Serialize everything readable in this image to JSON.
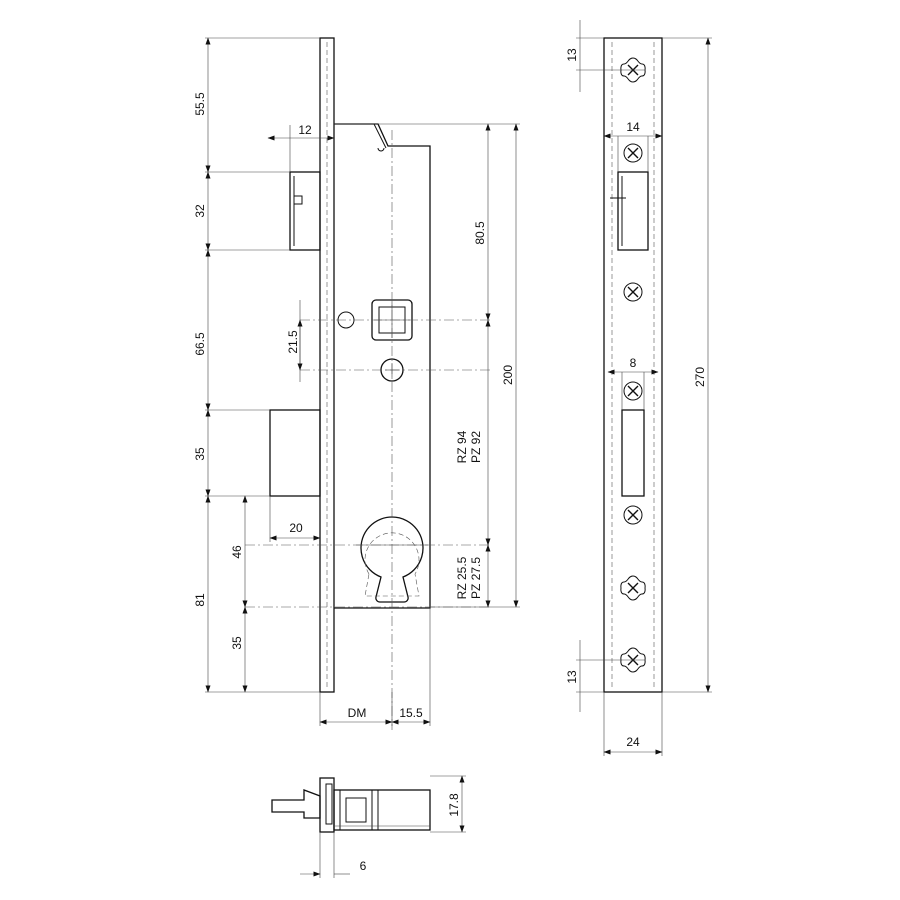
{
  "dimensions": {
    "d_55_5": "55.5",
    "d_12": "12",
    "d_32": "32",
    "d_80_5": "80.5",
    "d_66_5": "66.5",
    "d_21_5": "21.5",
    "d_200": "200",
    "d_35_upper": "35",
    "d_20": "20",
    "d_46": "46",
    "d_81": "81",
    "d_35_lower": "35",
    "d_dm": "DM",
    "d_15_5": "15.5",
    "d_17_8": "17.8",
    "d_6": "6",
    "d_13_top": "13",
    "d_14": "14",
    "d_8": "8",
    "d_270": "270",
    "d_13_bottom": "13",
    "d_24": "24"
  },
  "annotations": {
    "rz_94": "RZ 94",
    "pz_92": "PZ 92",
    "rz_25_5": "RZ 25.5",
    "pz_27_5": "PZ 27.5"
  }
}
